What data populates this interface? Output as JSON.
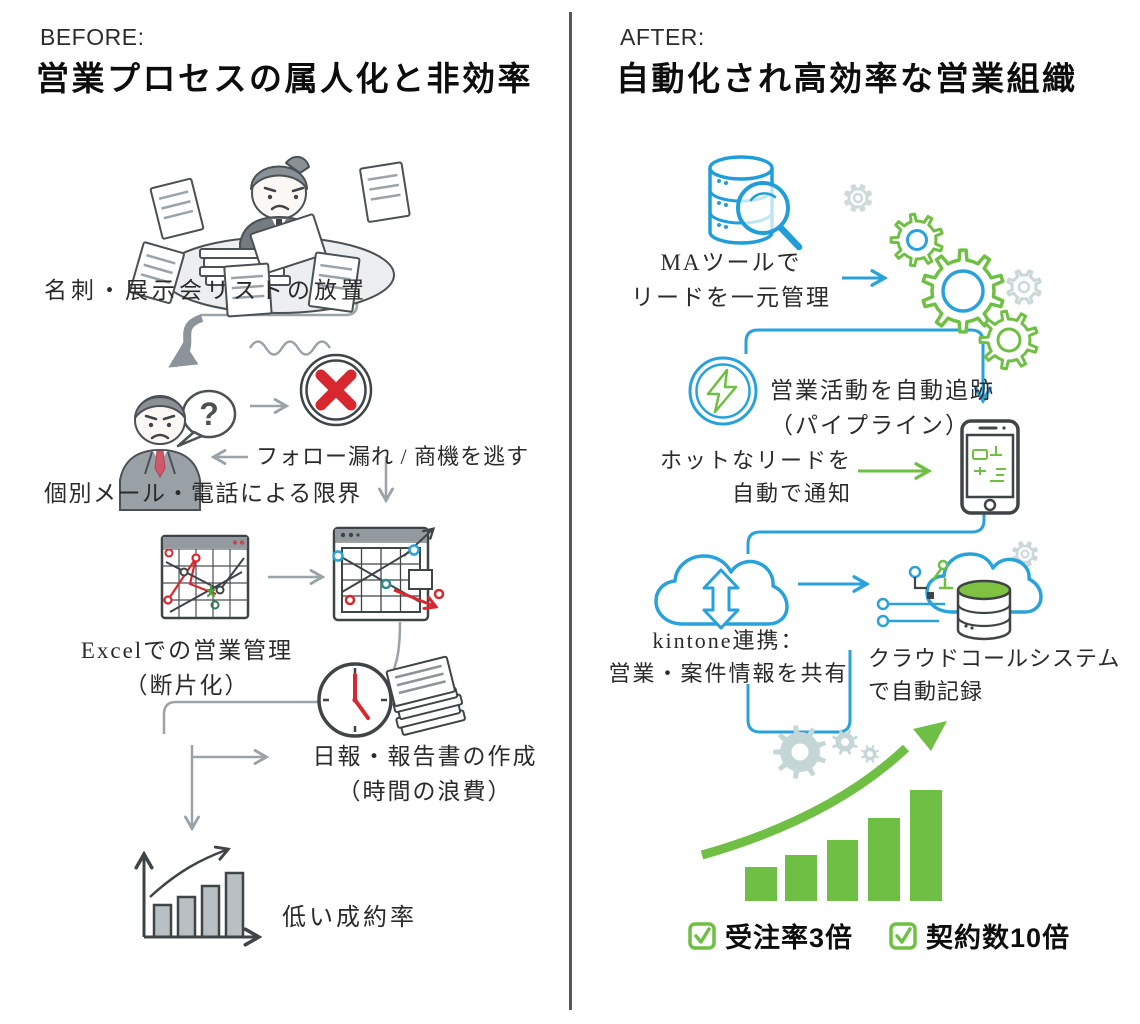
{
  "colors": {
    "accent_blue": "#29a2db",
    "accent_green": "#6fbf44",
    "alert_red": "#d7282f",
    "arrow_gray": "#9aa3a8",
    "icon_dark": "#3f4447",
    "pale_gear": "#c4d7d6",
    "bar_gray": "#b9c0c4",
    "divider_gray": "#54585b"
  },
  "icons": {
    "buried-in-papers": "overwhelmed worker in paper pile",
    "worried-man": "worried salesperson with question bubble",
    "no-entry": "red cross in circle",
    "spreadsheet": "messy excel chart windows",
    "clock": "clock with red hands",
    "paper-stack": "stack of report documents",
    "bar-chart-gray": "low growth bar chart",
    "database-search": "lead database with magnifier",
    "gears": "automation gears",
    "lightning": "automatic tracking bolt",
    "smartphone": "phone with pipeline notification",
    "cloud-sync": "kintone sync cloud",
    "cloud-call-db": "cloud call system with database",
    "growth-chart": "rising green bar chart with arrow",
    "checkbox": "green check box"
  },
  "before": {
    "label": "BEFORE:",
    "title": "営業プロセスの属人化と非効率",
    "question_mark": "?",
    "steps": {
      "neglect": "名刺・展示会リストの放置",
      "followup": "フォロー漏れ / 商機を逃す",
      "individual": "個別メール・電話による限界",
      "excel_line1": "Excelでの営業管理",
      "excel_line2": "（断片化）",
      "report_line1": "日報・報告書の作成",
      "report_line2": "（時間の浪費）",
      "low_rate": "低い成約率"
    }
  },
  "after": {
    "label": "AFTER:",
    "title": "自動化され高効率な営業組織",
    "steps": {
      "ma_line1": "MAツールで",
      "ma_line2": "リードを一元管理",
      "track_line1": "営業活動を自動追跡",
      "track_line2": "（パイプライン）",
      "hot_line1": "ホットなリードを",
      "hot_line2": "自動で通知",
      "kintone_line1": "kintone連携：",
      "kintone_line2": "営業・案件情報を共有",
      "cloudcall_line1": "クラウドコールシステム",
      "cloudcall_line2": "で自動記録"
    },
    "results": [
      {
        "label": "受注率3倍"
      },
      {
        "label": "契約数10倍"
      }
    ]
  }
}
